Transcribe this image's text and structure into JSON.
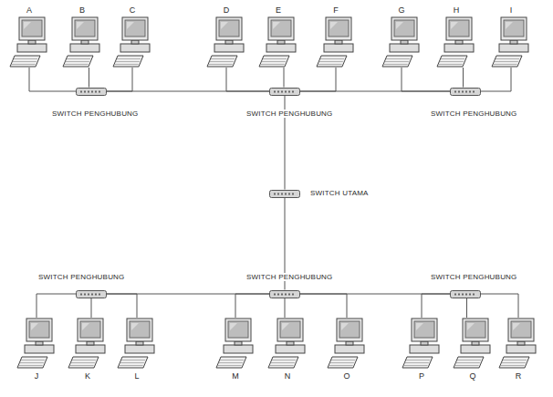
{
  "diagram": {
    "nodes": [
      {
        "text": [
          "A"
        ]
      },
      {
        "text": [
          "B"
        ]
      },
      {
        "text": [
          "C"
        ]
      },
      {
        "text": [
          "D"
        ]
      },
      {
        "text": [
          "E"
        ]
      },
      {
        "text": [
          "F"
        ]
      },
      {
        "text": [
          "G"
        ]
      },
      {
        "text": [
          "H"
        ]
      },
      {
        "text": [
          "I"
        ]
      },
      {
        "text": [
          "SWITCH PENGHUBUNG"
        ]
      },
      {
        "text": [
          "SWITCH PENGHUBUNG"
        ]
      },
      {
        "text": [
          "SWITCH PENGHUBUNG"
        ]
      },
      {
        "text": [
          "SWITCH UTAMA"
        ]
      },
      {
        "text": [
          "SWITCH PENGHUBUNG"
        ]
      },
      {
        "text": [
          "SWITCH PENGHUBUNG"
        ]
      },
      {
        "text": [
          "SWITCH PENGHUBUNG"
        ]
      },
      {
        "text": [
          "J"
        ]
      },
      {
        "text": [
          "K"
        ]
      },
      {
        "text": [
          "L"
        ]
      },
      {
        "text": [
          "M"
        ]
      },
      {
        "text": [
          "N"
        ]
      },
      {
        "text": [
          "O"
        ]
      },
      {
        "text": [
          "P"
        ]
      },
      {
        "text": [
          "Q"
        ]
      },
      {
        "text": [
          "R"
        ]
      }
    ],
    "edges": [
      {
        "from": 0,
        "to": 9,
        "arrow": "none"
      },
      {
        "from": 1,
        "to": 9,
        "arrow": "none"
      },
      {
        "from": 2,
        "to": 9,
        "arrow": "none"
      },
      {
        "from": 3,
        "to": 10,
        "arrow": "none"
      },
      {
        "from": 4,
        "to": 10,
        "arrow": "none"
      },
      {
        "from": 5,
        "to": 10,
        "arrow": "none"
      },
      {
        "from": 6,
        "to": 11,
        "arrow": "none"
      },
      {
        "from": 7,
        "to": 11,
        "arrow": "none"
      },
      {
        "from": 8,
        "to": 11,
        "arrow": "none"
      },
      {
        "from": 9,
        "to": 10,
        "arrow": "none"
      },
      {
        "from": 11,
        "to": 10,
        "arrow": "none"
      },
      {
        "from": 10,
        "to": 12,
        "arrow": "none"
      },
      {
        "from": 12,
        "to": 14,
        "arrow": "none"
      },
      {
        "from": 14,
        "to": 13,
        "arrow": "none"
      },
      {
        "from": 14,
        "to": 15,
        "arrow": "none"
      },
      {
        "from": 13,
        "to": 16,
        "arrow": "none"
      },
      {
        "from": 13,
        "to": 17,
        "arrow": "none"
      },
      {
        "from": 13,
        "to": 18,
        "arrow": "none"
      },
      {
        "from": 14,
        "to": 19,
        "arrow": "none"
      },
      {
        "from": 14,
        "to": 20,
        "arrow": "none"
      },
      {
        "from": 14,
        "to": 21,
        "arrow": "none"
      },
      {
        "from": 15,
        "to": 22,
        "arrow": "none"
      },
      {
        "from": 15,
        "to": 23,
        "arrow": "none"
      },
      {
        "from": 15,
        "to": 24,
        "arrow": "none"
      }
    ]
  }
}
